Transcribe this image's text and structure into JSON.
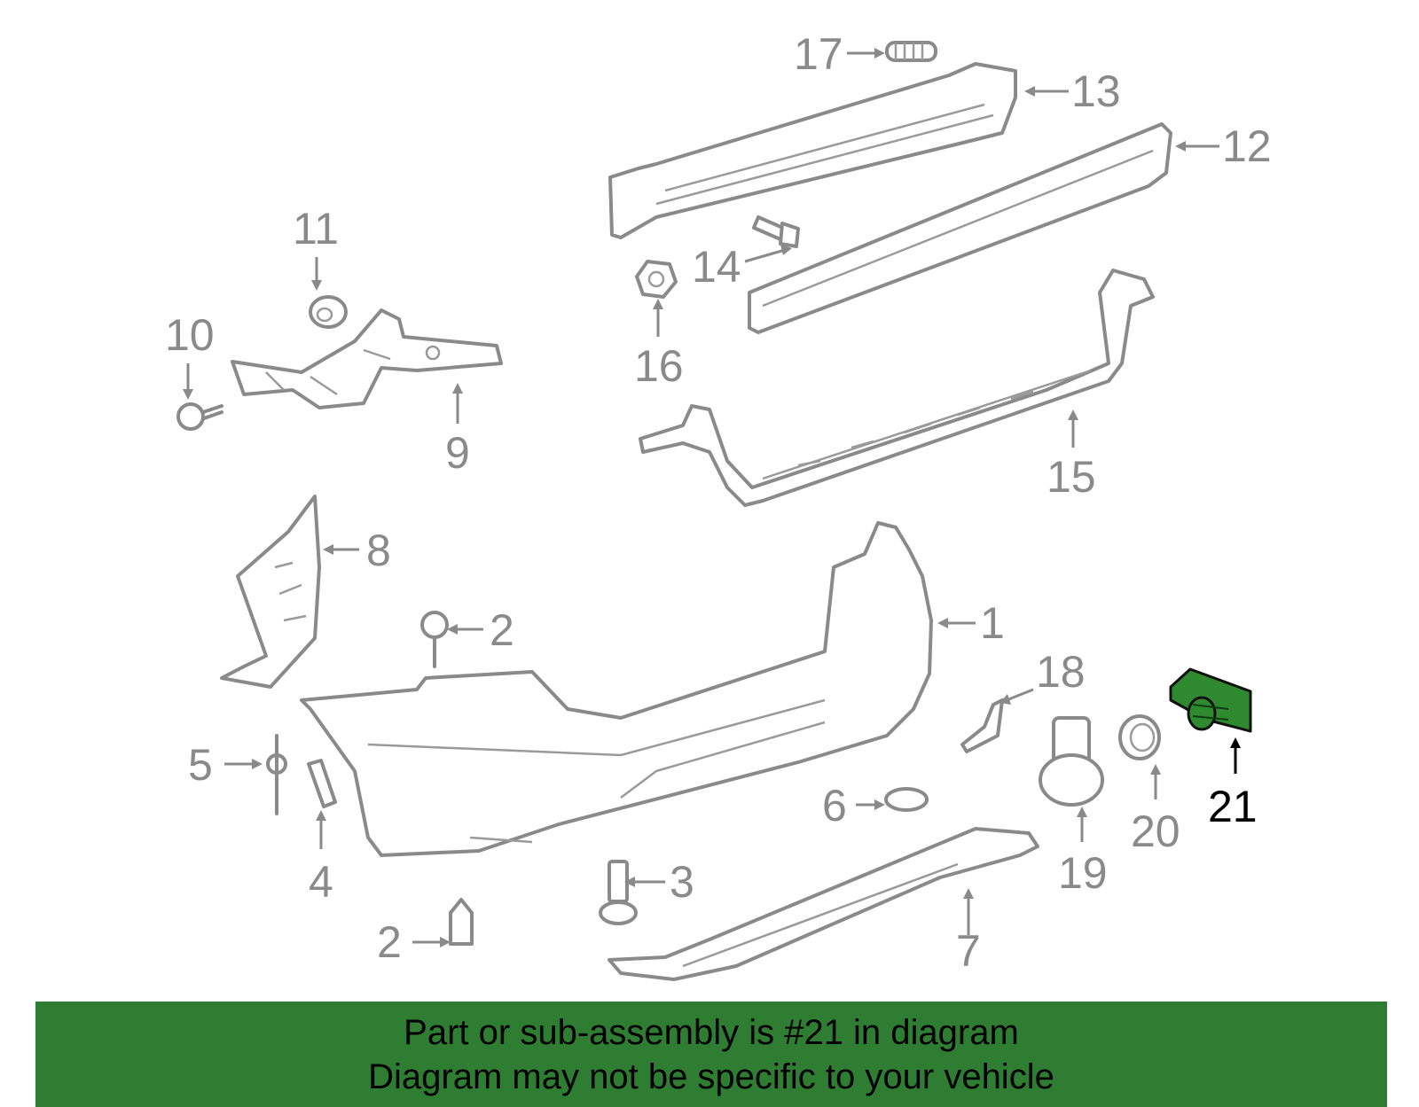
{
  "callouts": {
    "c1": "1",
    "c2a": "2",
    "c2b": "2",
    "c3": "3",
    "c4": "4",
    "c5": "5",
    "c6": "6",
    "c7": "7",
    "c8": "8",
    "c9": "9",
    "c10": "10",
    "c11": "11",
    "c12": "12",
    "c13": "13",
    "c14": "14",
    "c15": "15",
    "c16": "16",
    "c17": "17",
    "c18": "18",
    "c19": "19",
    "c20": "20",
    "c21": "21"
  },
  "highlighted_part": "21",
  "colors": {
    "highlight": "#2f8a2f",
    "footer_background": "#2e7d32",
    "line_art": "#8a8a8a"
  },
  "footer": {
    "line1": "Part or sub-assembly is #21 in diagram",
    "line2": "Diagram may not be specific to your vehicle"
  }
}
